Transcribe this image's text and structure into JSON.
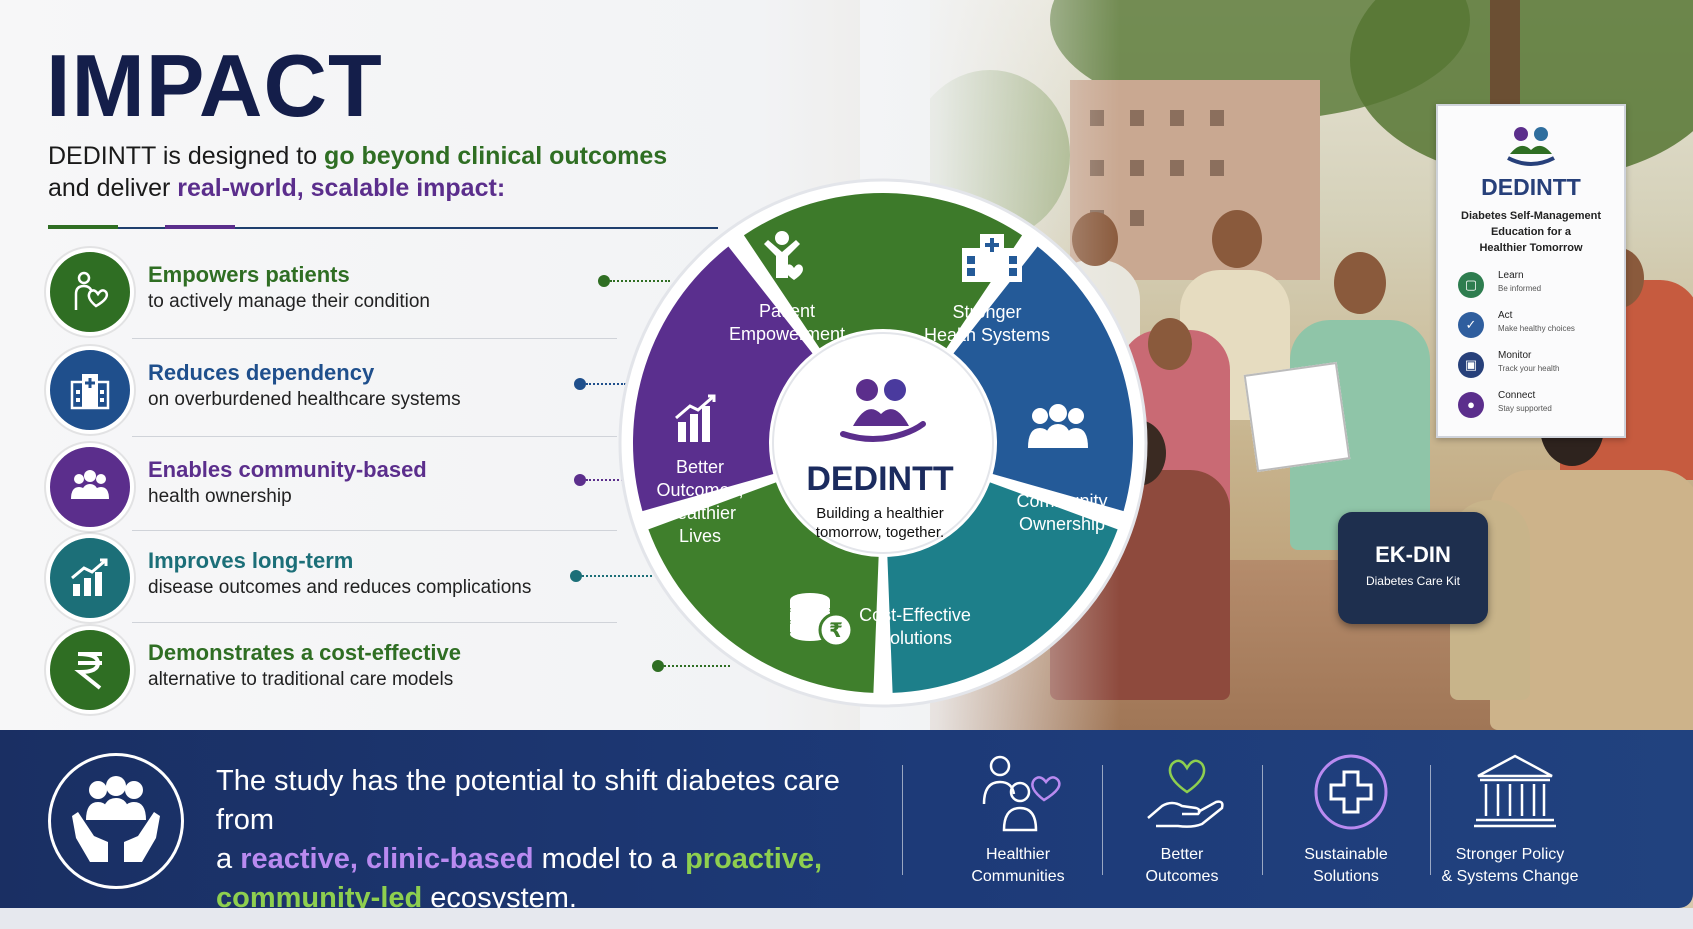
{
  "title": "IMPACT",
  "intro": {
    "part1": "DEDINTT is designed to ",
    "highlight1": "go beyond clinical outcomes",
    "part2": "and deliver ",
    "highlight2": "real-world, scalable impact:"
  },
  "impacts": [
    {
      "title": "Empowers patients",
      "desc": "to actively manage their condition",
      "icon": "patient-heart-icon",
      "color": "#2f6e23"
    },
    {
      "title": "Reduces dependency",
      "desc": "on overburdened healthcare systems",
      "icon": "hospital-icon",
      "color": "#1f4f8c"
    },
    {
      "title": "Enables community-based",
      "desc": "health ownership",
      "icon": "community-icon",
      "color": "#5b2e8c"
    },
    {
      "title": "Improves long-term",
      "desc": "disease outcomes and reduces complications",
      "icon": "growth-chart-icon",
      "color": "#1c6f78"
    },
    {
      "title": "Demonstrates a cost-effective",
      "desc": "alternative to traditional care models",
      "icon": "rupee-icon",
      "color": "#2f6e23"
    }
  ],
  "wheel": {
    "segments": [
      {
        "line1": "Patient",
        "line2": "Empowerment",
        "color": "#3d7a2a"
      },
      {
        "line1": "Stronger",
        "line2": "Health Systems",
        "color": "#245a98"
      },
      {
        "line1": "Community",
        "line2": "Ownership",
        "color": "#1d7f8a"
      },
      {
        "line1": "Cost-Effective",
        "line2": "Solutions",
        "color": "#3f7f2c"
      },
      {
        "line1": "Better",
        "line2": "Outcomes,",
        "line3": "Healthier",
        "line4": "Lives",
        "color": "#5a2f8e"
      }
    ],
    "center_title": "DEDINTT",
    "center_sub1": "Building a healthier",
    "center_sub2": "tomorrow, together."
  },
  "scene": {
    "banner_title": "DEDINTT",
    "banner_sub1": "Diabetes Self-Management",
    "banner_sub2": "Education for a",
    "banner_sub3": "Healthier Tomorrow",
    "banner_items": [
      {
        "title": "Learn",
        "sub": "Be informed"
      },
      {
        "title": "Act",
        "sub": "Make healthy choices"
      },
      {
        "title": "Monitor",
        "sub": "Track your health"
      },
      {
        "title": "Connect",
        "sub": "Stay supported"
      }
    ],
    "kit_title": "EK-DIN",
    "kit_sub": "Diabetes Care Kit"
  },
  "band": {
    "t1": "The study has the potential to shift diabetes care from",
    "t2a": "a ",
    "t2b": "reactive, clinic-based",
    "t2c": " model to a ",
    "t2d": "proactive,",
    "t3a": "community-led",
    "t3b": " ecosystem.",
    "items": [
      {
        "line1": "Healthier",
        "line2": "Communities",
        "icon": "people-heart-icon"
      },
      {
        "line1": "Better",
        "line2": "Outcomes",
        "icon": "hand-heart-icon"
      },
      {
        "line1": "Sustainable",
        "line2": "Solutions",
        "icon": "cycle-cross-icon"
      },
      {
        "line1": "Stronger Policy",
        "line2": "& Systems Change",
        "icon": "institution-icon"
      }
    ]
  }
}
